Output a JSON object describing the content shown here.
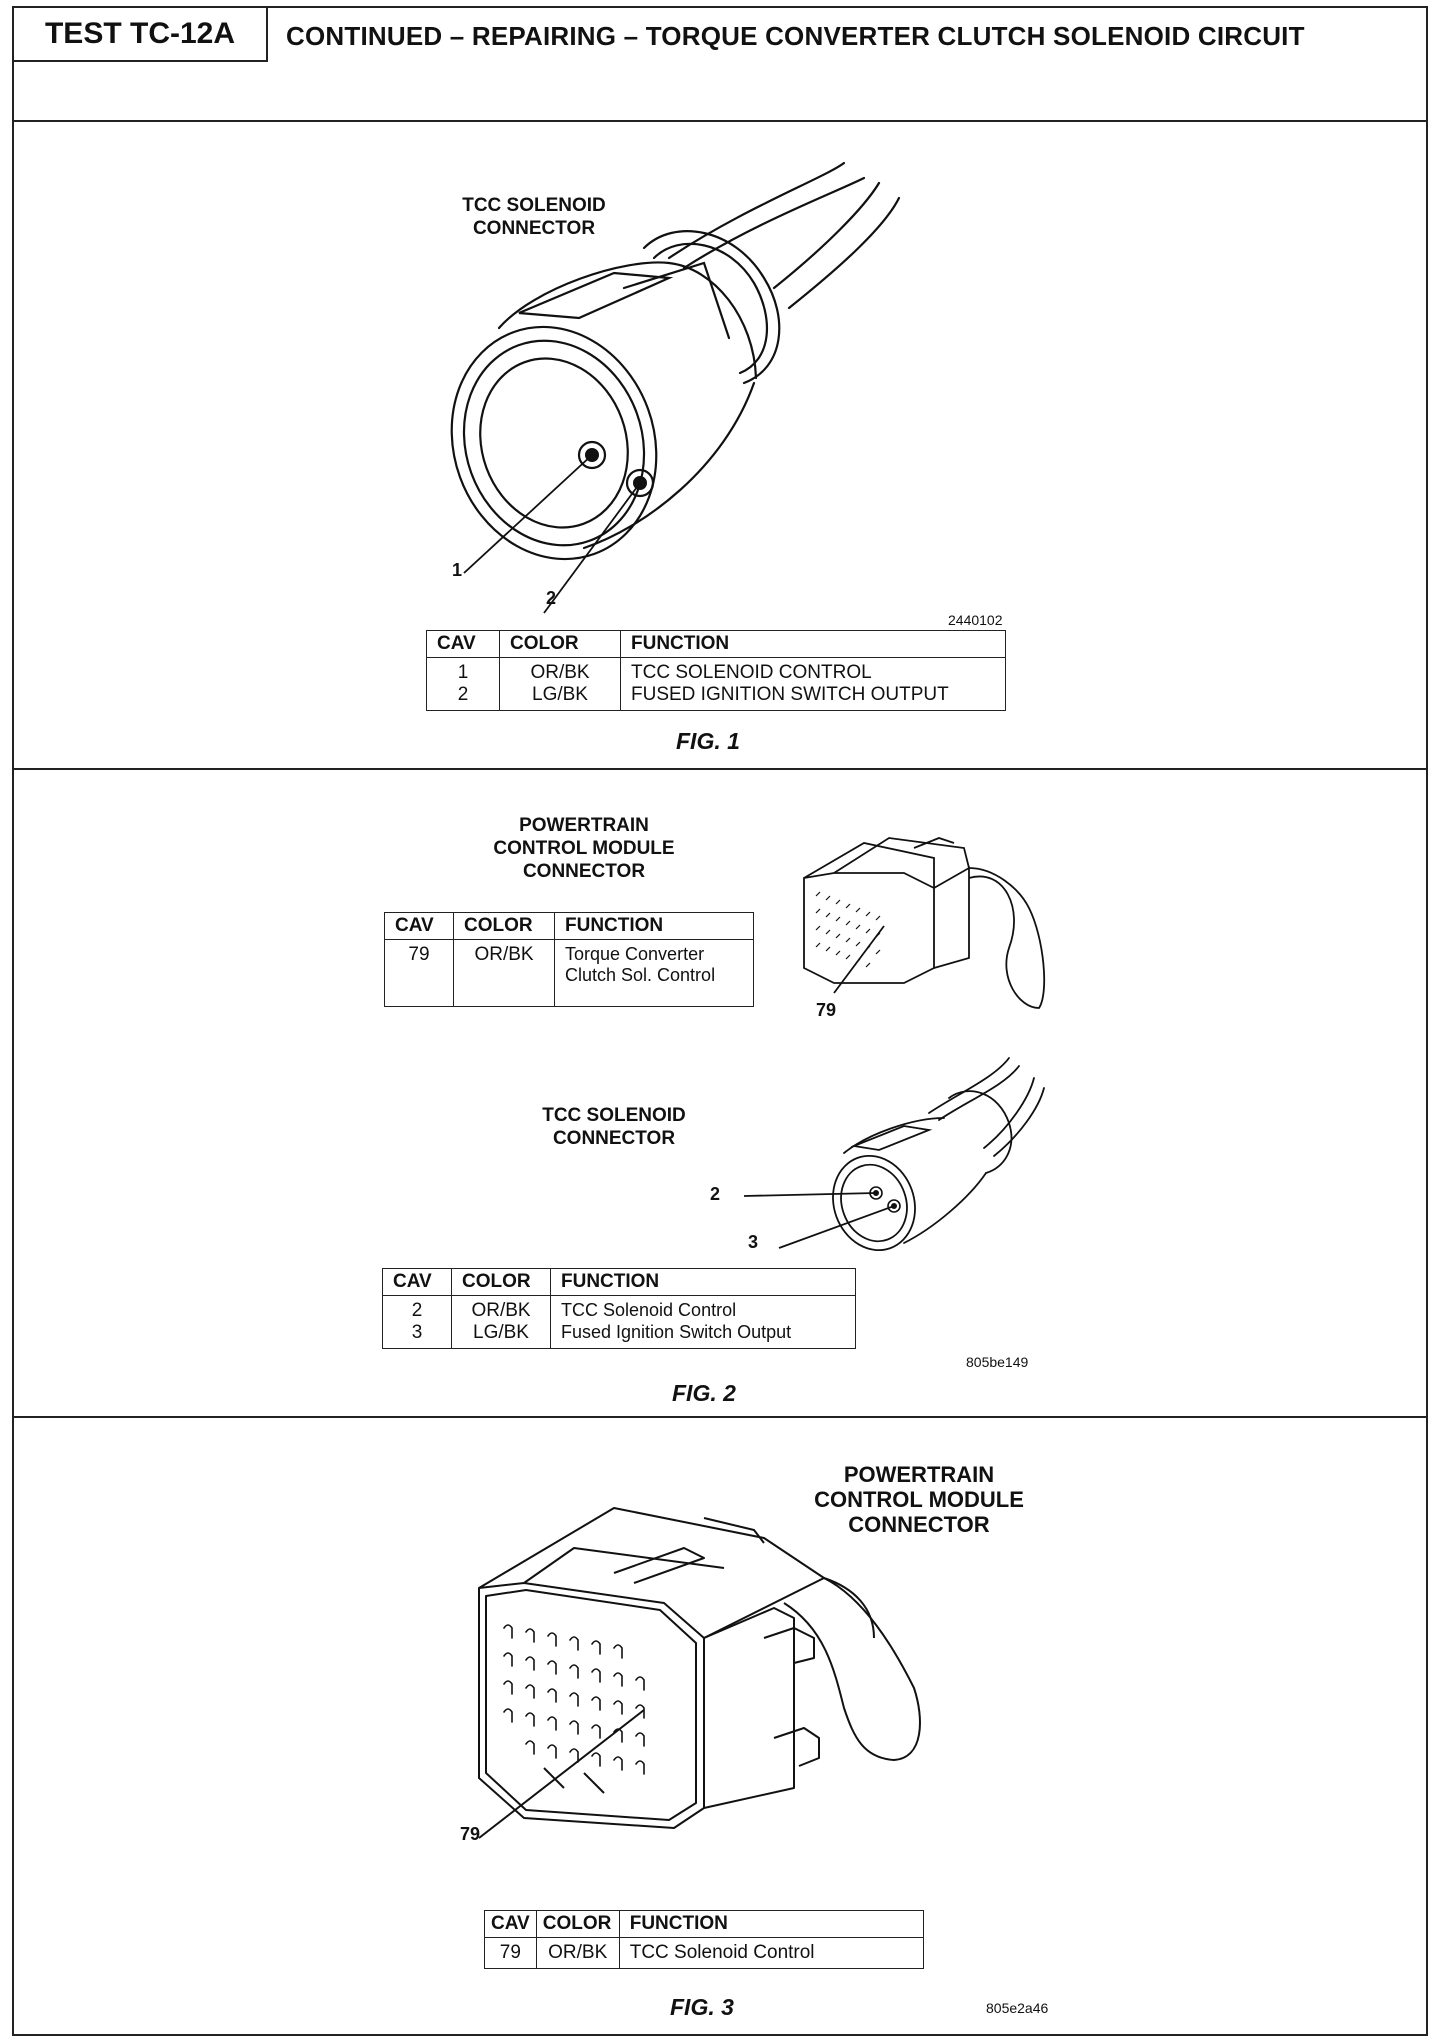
{
  "header": {
    "tag": "TEST TC-12A",
    "title": "CONTINUED – REPAIRING – TORQUE CONVERTER CLUTCH SOLENOID CIRCUIT"
  },
  "fig1": {
    "label_line1": "TCC SOLENOID",
    "label_line2": "CONNECTOR",
    "callout_1": "1",
    "callout_2": "2",
    "image_code": "2440102",
    "table": {
      "headers": [
        "CAV",
        "COLOR",
        "FUNCTION"
      ],
      "rows": [
        {
          "cav": "1",
          "color": "OR/BK",
          "function": "TCC SOLENOID CONTROL"
        },
        {
          "cav": "2",
          "color": "LG/BK",
          "function": "FUSED IGNITION SWITCH OUTPUT"
        }
      ]
    },
    "caption": "FIG. 1"
  },
  "fig2": {
    "pcm_label_line1": "POWERTRAIN",
    "pcm_label_line2": "CONTROL MODULE",
    "pcm_label_line3": "CONNECTOR",
    "pcm_table": {
      "headers": [
        "CAV",
        "COLOR",
        "FUNCTION"
      ],
      "rows": [
        {
          "cav": "79",
          "color": "OR/BK",
          "function_line1": "Torque Converter",
          "function_line2": "Clutch Sol. Control"
        }
      ]
    },
    "pcm_callout": "79",
    "tcc_label_line1": "TCC SOLENOID",
    "tcc_label_line2": "CONNECTOR",
    "tcc_callout_2": "2",
    "tcc_callout_3": "3",
    "tcc_table": {
      "headers": [
        "CAV",
        "COLOR",
        "FUNCTION"
      ],
      "rows": [
        {
          "cav": "2",
          "color": "OR/BK",
          "function": "TCC Solenoid Control"
        },
        {
          "cav": "3",
          "color": "LG/BK",
          "function": "Fused Ignition Switch Output"
        }
      ]
    },
    "image_code": "805be149",
    "caption": "FIG. 2"
  },
  "fig3": {
    "label_line1": "POWERTRAIN",
    "label_line2": "CONTROL MODULE",
    "label_line3": "CONNECTOR",
    "callout": "79",
    "table": {
      "headers": [
        "CAV",
        "COLOR",
        "FUNCTION"
      ],
      "rows": [
        {
          "cav": "79",
          "color": "OR/BK",
          "function": "TCC Solenoid Control"
        }
      ]
    },
    "caption": "FIG. 3",
    "image_code": "805e2a46"
  }
}
